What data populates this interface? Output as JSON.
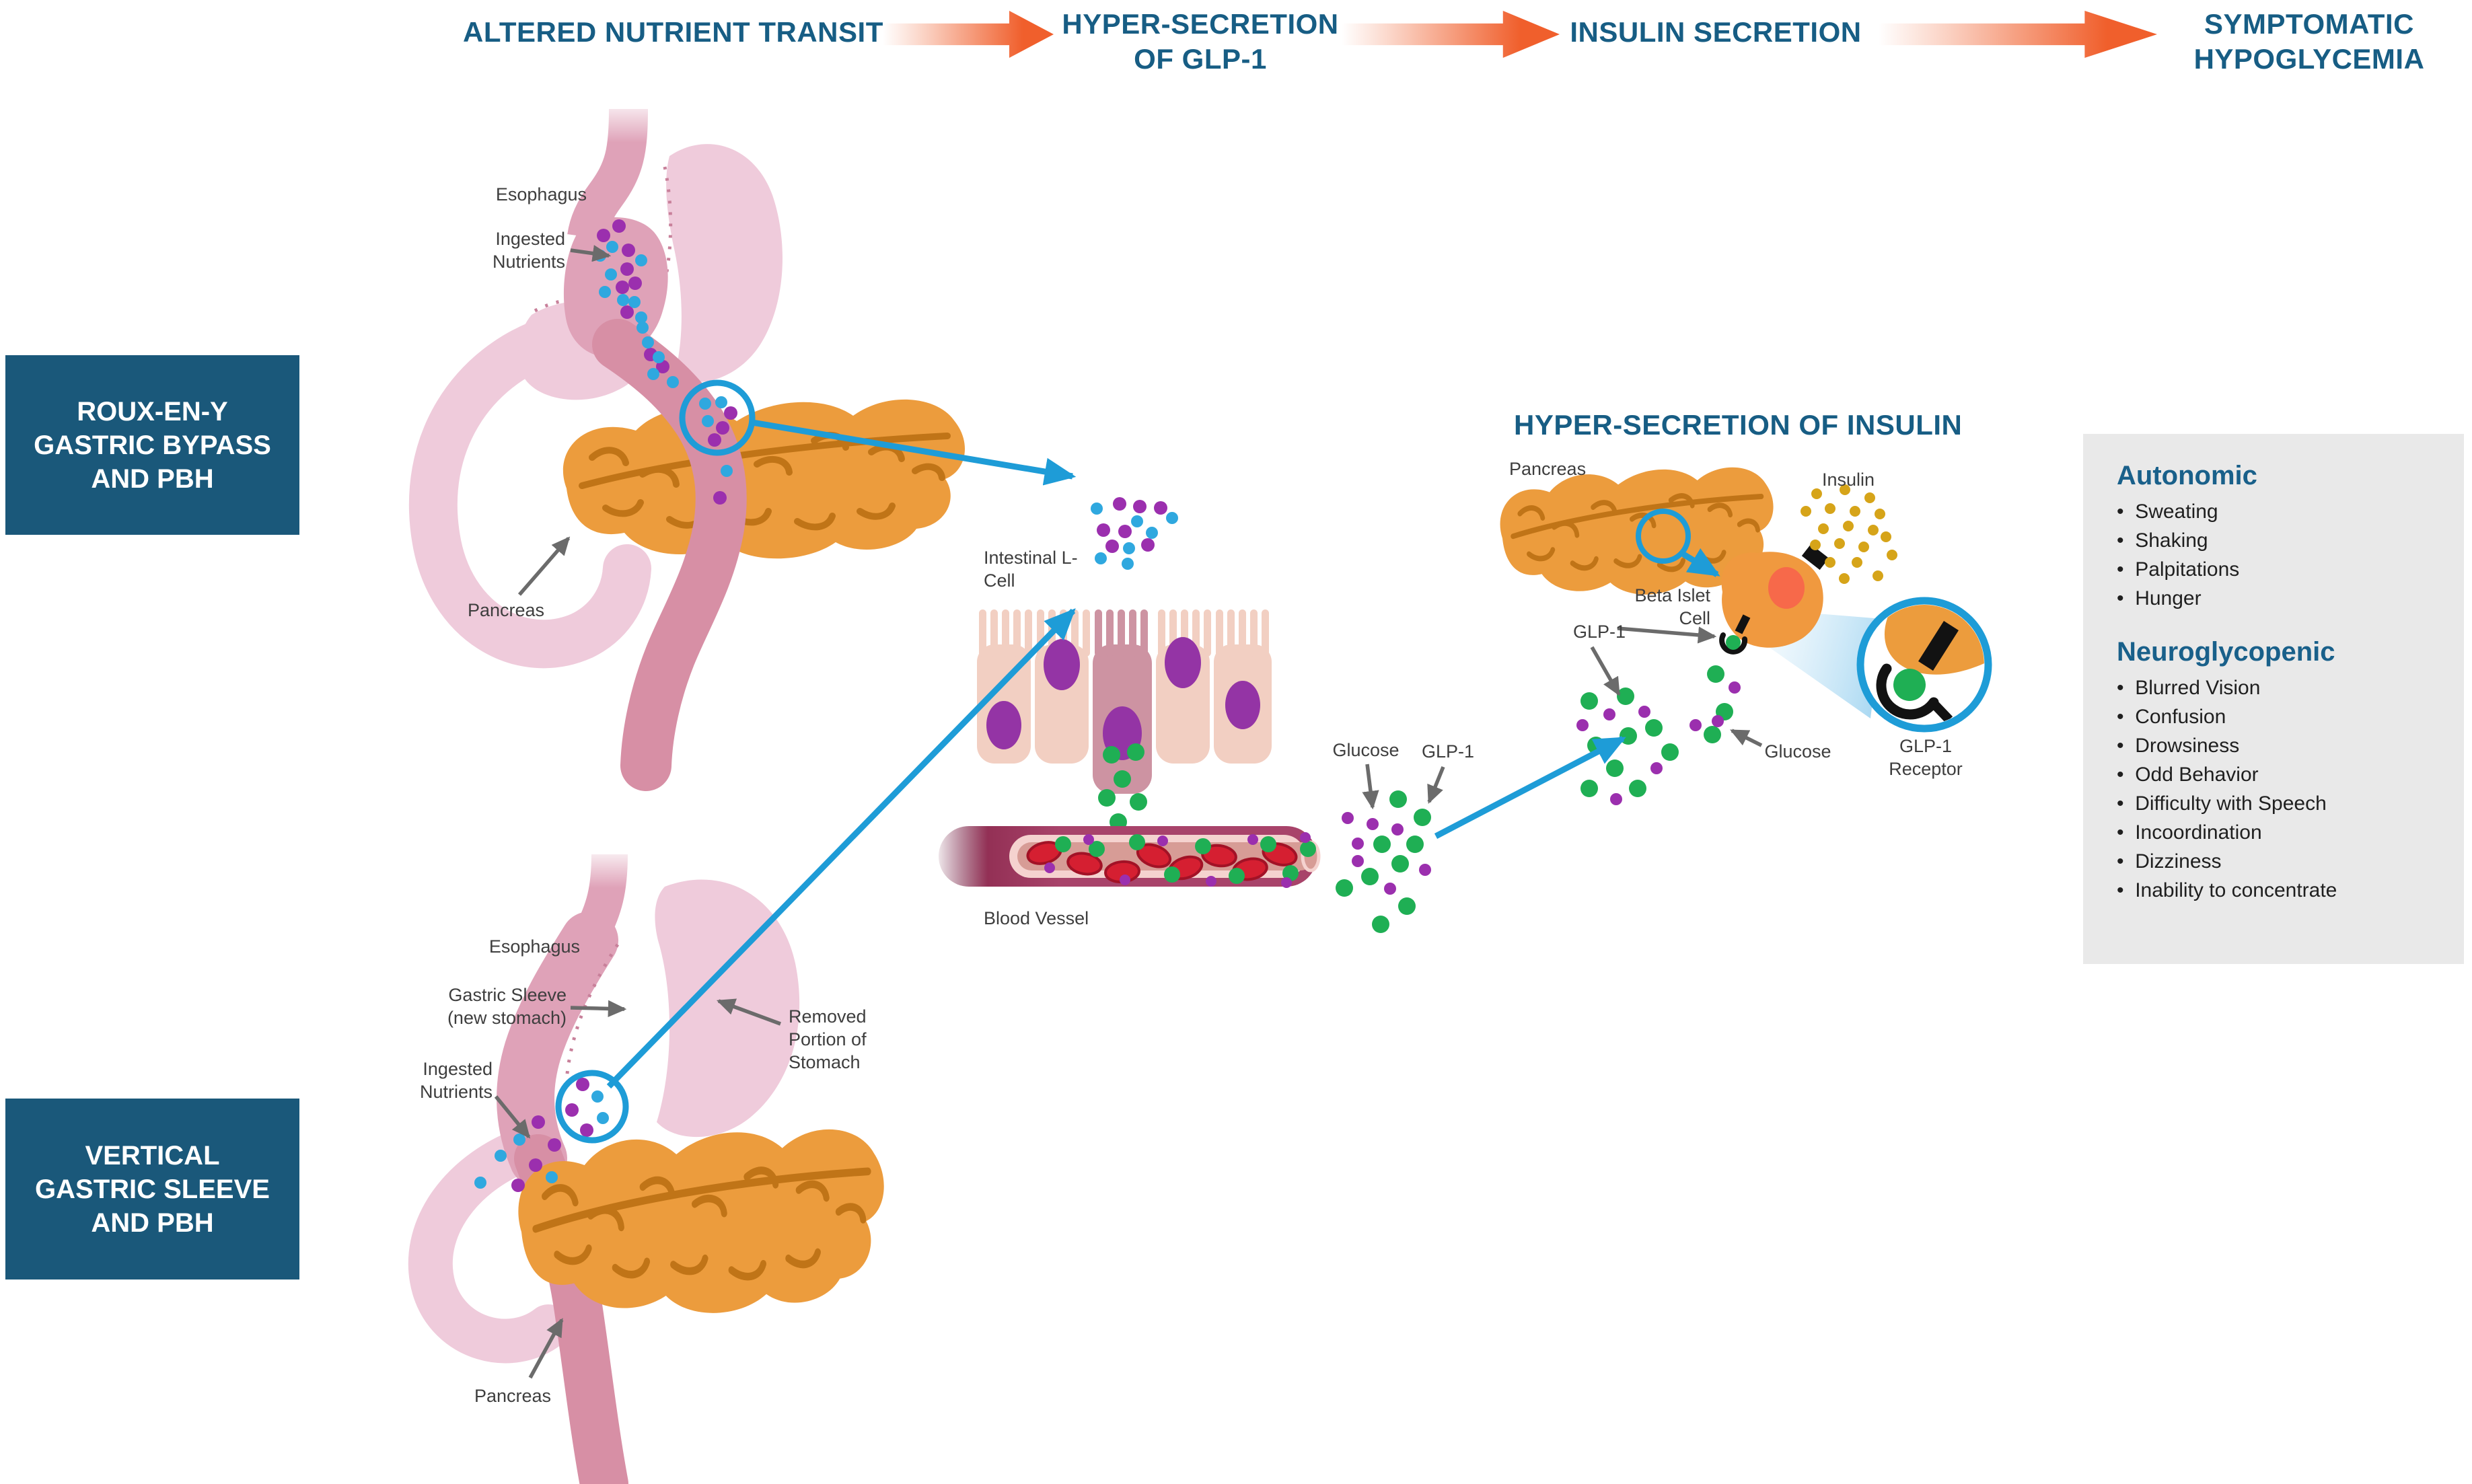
{
  "flow": {
    "steps": [
      "ALTERED NUTRIENT TRANSIT",
      "HYPER-SECRETION OF GLP-1",
      "INSULIN SECRETION",
      "SYMPTOMATIC HYPOGLYCEMIA"
    ]
  },
  "procedure_boxes": [
    {
      "label": "ROUX-EN-Y GASTRIC BYPASS AND PBH"
    },
    {
      "label": "VERTICAL GASTRIC SLEEVE AND PBH"
    }
  ],
  "rny_diagram": {
    "esophagus": "Esophagus",
    "ingested_nutrients": "Ingested Nutrients",
    "pancreas": "Pancreas"
  },
  "sleeve_diagram": {
    "esophagus": "Esophagus",
    "gastric_sleeve": "Gastric Sleeve (new stomach)",
    "ingested_nutrients": "Ingested Nutrients",
    "removed_portion": "Removed Portion of Stomach",
    "pancreas": "Pancreas"
  },
  "intestine_diagram": {
    "l_cell": "Intestinal L-Cell",
    "blood_vessel": "Blood Vessel",
    "glucose": "Glucose",
    "glp1": "GLP-1"
  },
  "insulin_panel": {
    "title": "HYPER-SECRETION OF INSULIN",
    "pancreas": "Pancreas",
    "insulin": "Insulin",
    "beta_islet_cell": "Beta Islet Cell",
    "glp1": "GLP-1",
    "glucose": "Glucose",
    "glp1_receptor": "GLP-1 Receptor"
  },
  "symptoms": {
    "autonomic": {
      "title": "Autonomic",
      "items": [
        "Sweating",
        "Shaking",
        "Palpitations",
        "Hunger"
      ]
    },
    "neuroglycopenic": {
      "title": "Neuroglycopenic",
      "items": [
        "Blurred Vision",
        "Confusion",
        "Drowsiness",
        "Odd Behavior",
        "Difficulty with Speech",
        "Incoordination",
        "Dizziness",
        "Inability to concentrate"
      ]
    }
  },
  "colors": {
    "heading_blue": "#175D84",
    "accent_blue": "#1E9CD7",
    "flow_arrow_orange": "#F05F2C",
    "procedure_box_blue": "#1A587A",
    "glp1_green": "#1FAF54",
    "glucose_purple": "#9B2FAE",
    "nutrient_blue": "#2FA8DF",
    "insulin_gold": "#D6A419",
    "pancreas_orange": "#EC9C3D",
    "symptoms_panel_gray": "#E9E9E9"
  }
}
